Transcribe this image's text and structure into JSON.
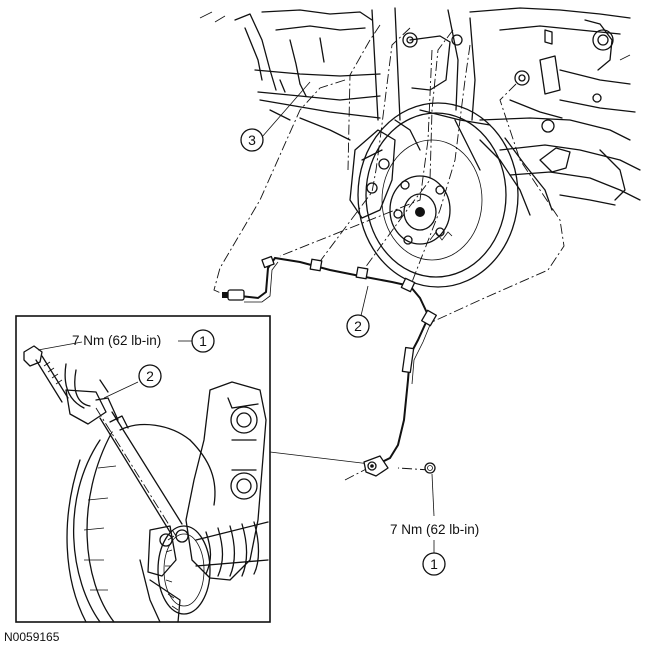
{
  "figure_id": "N0059165",
  "callouts": {
    "c1_upper": "1",
    "c1_lower": "1",
    "c2_upper": "2",
    "c2_lower": "2",
    "c3": "3"
  },
  "torque": {
    "upper": "7 Nm (62 lb-in)",
    "lower": "7 Nm (62 lb-in)"
  }
}
